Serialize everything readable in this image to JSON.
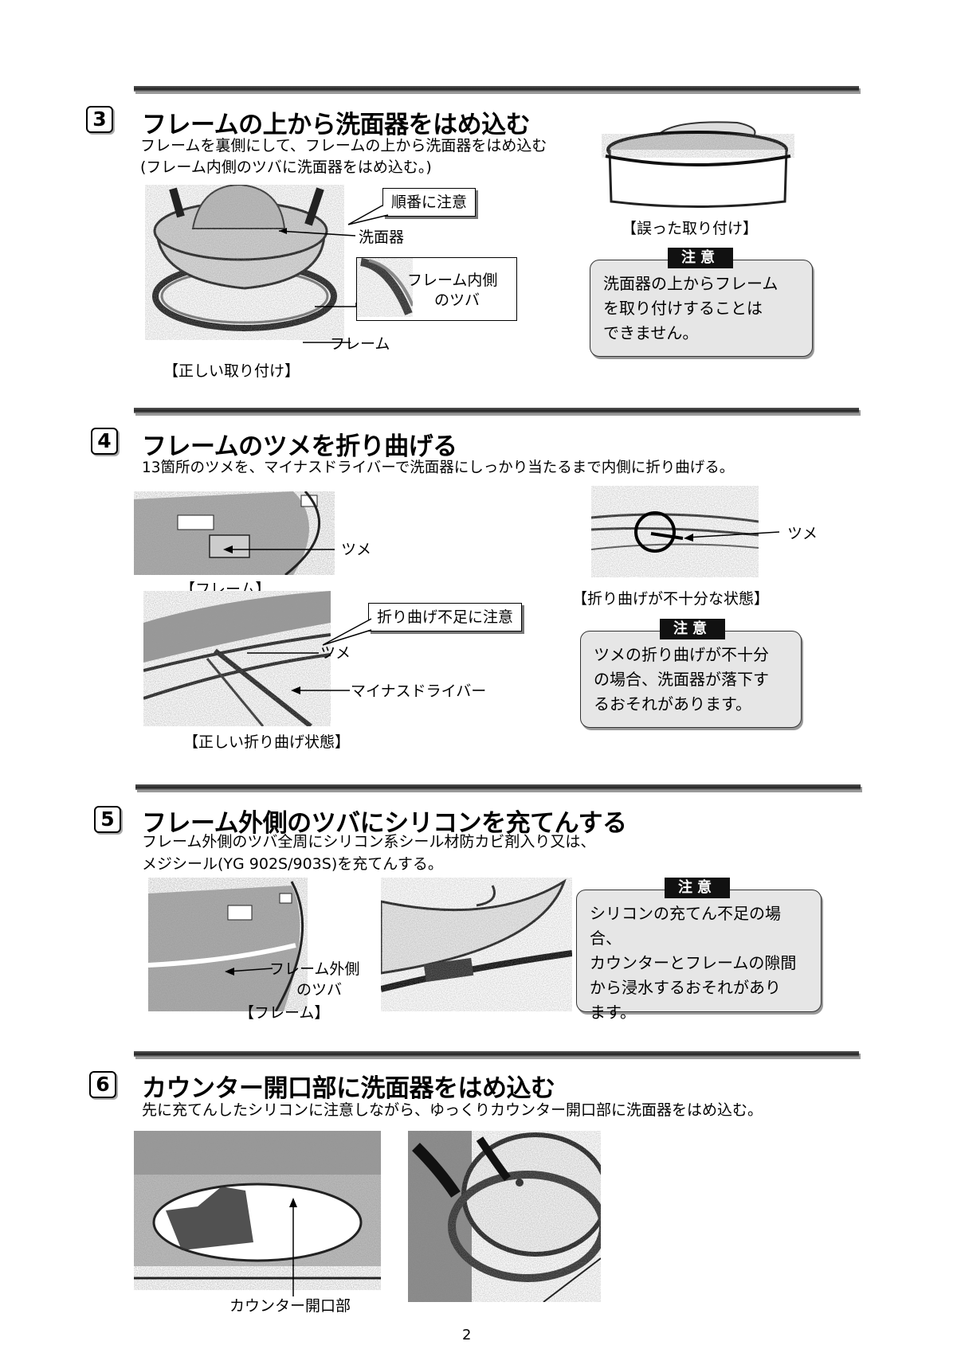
{
  "steps": [
    {
      "number": "3",
      "title": "フレームの上から洗面器をはめ込む",
      "desc": [
        "フレームを裏側にして、フレームの上から洗面器をはめ込む",
        "(フレーム内側のツバに洗面器をはめ込む。)"
      ],
      "callout": "順番に注意",
      "labels": {
        "basin": "洗面器",
        "inner_flange": [
          "フレーム内側",
          "のツバ"
        ],
        "frame": "フレーム"
      },
      "caption_correct": "【正しい取り付け】",
      "caption_wrong": "【誤った取り付け】",
      "note_badge": "注意",
      "note": [
        "洗面器の上からフレーム",
        "を取り付けすることは",
        "できません。"
      ]
    },
    {
      "number": "4",
      "title": "フレームのツメを折り曲げる",
      "desc": [
        "13箇所のツメを、マイナスドライバーで洗面器にしっかり当たるまで内側に折り曲げる。"
      ],
      "labels": {
        "claw": "ツメ",
        "claw2": "ツメ",
        "claw3": "ツメ",
        "driver": "マイナスドライバー"
      },
      "caption_frame": "【フレーム】",
      "callout": "折り曲げ不足に注意",
      "caption_correct": "【正しい折り曲げ状態】",
      "caption_wrong": "【折り曲げが不十分な状態】",
      "note_badge": "注意",
      "note": [
        "ツメの折り曲げが不十分",
        "の場合、洗面器が落下す",
        "るおそれがあります。"
      ]
    },
    {
      "number": "5",
      "title": "フレーム外側のツバにシリコンを充てんする",
      "desc": [
        "フレーム外側のツバ全周にシリコン系シール材防カビ剤入り又は、",
        "メジシール(YG 902S/903S)を充てんする。"
      ],
      "labels": {
        "outer_flange": [
          "フレーム外側",
          "のツバ"
        ]
      },
      "caption_frame": "【フレーム】",
      "note_badge": "注意",
      "note": [
        "シリコンの充てん不足の場合、",
        "カウンターとフレームの隙間",
        "から浸水するおそれがあり",
        "ます。"
      ]
    },
    {
      "number": "6",
      "title": "カウンター開口部に洗面器をはめ込む",
      "desc": [
        "先に充てんしたシリコンに注意しながら、ゆっくりカウンター開口部に洗面器をはめ込む。"
      ],
      "labels": {
        "opening": "カウンター開口部"
      }
    }
  ],
  "page_number": "2"
}
